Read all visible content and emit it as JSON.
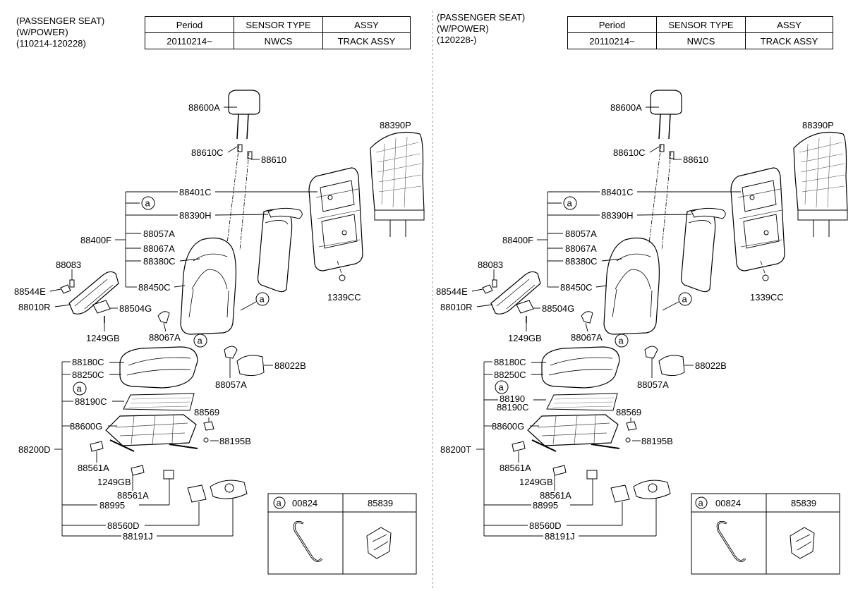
{
  "left": {
    "header": [
      "(PASSENGER SEAT)",
      "(W/POWER)",
      "(110214-120228)"
    ],
    "table": {
      "columns": [
        "Period",
        "SENSOR TYPE",
        "ASSY"
      ],
      "row": [
        "20110214~",
        "NWCS",
        "TRACK ASSY"
      ]
    },
    "labels": {
      "p88600A": "88600A",
      "p88610C": "88610C",
      "p88610": "88610",
      "p88390P": "88390P",
      "p88401C": "88401C",
      "p88390H": "88390H",
      "p88400F": "88400F",
      "p88057A": "88057A",
      "p88067A": "88067A",
      "p88380C": "88380C",
      "p88450C": "88450C",
      "p88083": "88083",
      "p88544E": "88544E",
      "p88010R": "88010R",
      "p88504G": "88504G",
      "p1249GB": "1249GB",
      "p88067A_b": "88067A",
      "p1339CC": "1339CC",
      "p88180C": "88180C",
      "p88250C": "88250C",
      "p88057A_b": "88057A",
      "p88022B": "88022B",
      "p88190C": "88190C",
      "p88569": "88569",
      "p88600G": "88600G",
      "p88195B": "88195B",
      "p88200D": "88200D",
      "p88561A": "88561A",
      "p1249GB_b": "1249GB",
      "p88561A_b": "88561A",
      "p88995": "88995",
      "p88560D": "88560D",
      "p88191J": "88191J"
    }
  },
  "right": {
    "header": [
      "(PASSENGER SEAT)",
      "(W/POWER)",
      "(120228-)"
    ],
    "table": {
      "columns": [
        "Period",
        "SENSOR TYPE",
        "ASSY"
      ],
      "row": [
        "20110214~",
        "NWCS",
        "TRACK ASSY"
      ]
    },
    "labels": {
      "p88600A": "88600A",
      "p88610C": "88610C",
      "p88610": "88610",
      "p88390P": "88390P",
      "p88401C": "88401C",
      "p88390H": "88390H",
      "p88400F": "88400F",
      "p88057A": "88057A",
      "p88067A": "88067A",
      "p88380C": "88380C",
      "p88450C": "88450C",
      "p88083": "88083",
      "p88544E": "88544E",
      "p88010R": "88010R",
      "p88504G": "88504G",
      "p1249GB": "1249GB",
      "p88067A_b": "88067A",
      "p1339CC": "1339CC",
      "p88180C": "88180C",
      "p88250C": "88250C",
      "p88057A_b": "88057A",
      "p88022B": "88022B",
      "p88190": "88190",
      "p88190C": "88190C",
      "p88569": "88569",
      "p88600G": "88600G",
      "p88195B": "88195B",
      "p88200T": "88200T",
      "p88561A": "88561A",
      "p1249GB_b": "1249GB",
      "p88561A_b": "88561A",
      "p88995": "88995",
      "p88560D": "88560D",
      "p88191J": "88191J"
    }
  },
  "ref_letter": "a",
  "parts_box": {
    "part1": "00824",
    "part2": "85839"
  }
}
